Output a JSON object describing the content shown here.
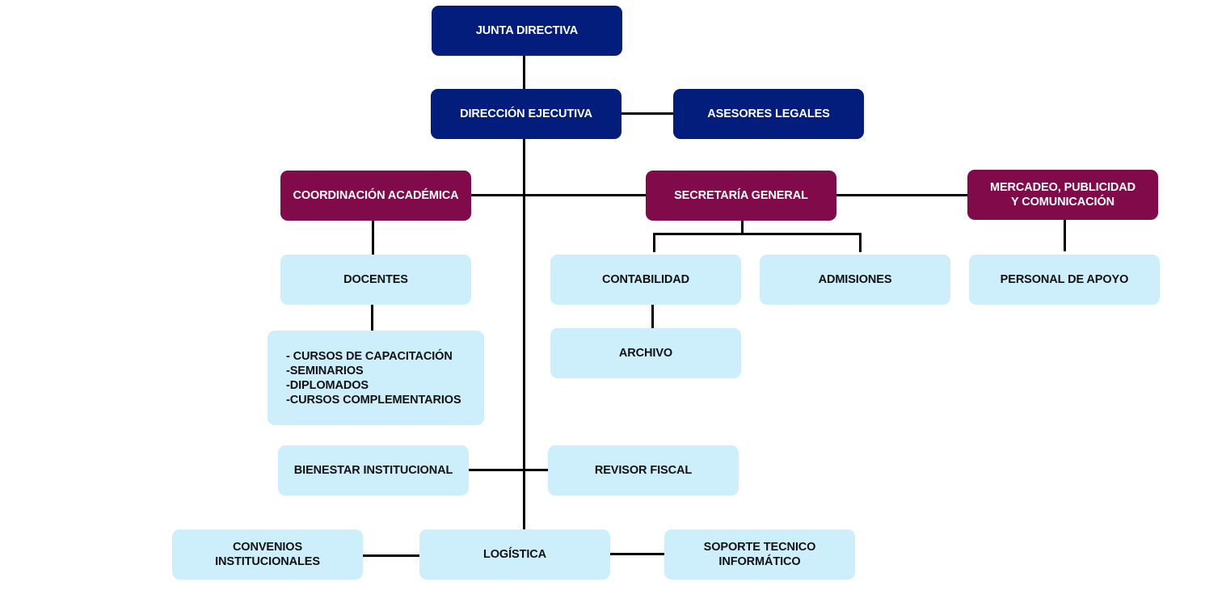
{
  "colors": {
    "level1": "#021d7c",
    "level2": "#800a4a",
    "level3": "#cdeffc",
    "connector": "#000000"
  },
  "nodes": {
    "junta_directiva": "JUNTA DIRECTIVA",
    "direccion_ejecutiva": "DIRECCIÓN EJECUTIVA",
    "asesores_legales": "ASESORES LEGALES",
    "coordinacion_academica": "COORDINACIÓN ACADÉMICA",
    "secretaria_general": "SECRETARÍA GENERAL",
    "mercadeo": "MERCADEO, PUBLICIDAD\nY COMUNICACIÓN",
    "docentes": "DOCENTES",
    "programas": "- CURSOS DE CAPACITACIÓN\n-SEMINARIOS\n-DIPLOMADOS\n-CURSOS COMPLEMENTARIOS",
    "contabilidad": "CONTABILIDAD",
    "admisiones": "ADMISIONES",
    "personal_apoyo": "PERSONAL DE APOYO",
    "archivo": "ARCHIVO",
    "bienestar": "BIENESTAR INSTITUCIONAL",
    "revisor_fiscal": "REVISOR FISCAL",
    "convenios": "CONVENIOS\nINSTITUCIONALES",
    "logistica": "LOGÍSTICA",
    "soporte": "SOPORTE TECNICO\nINFORMÁTICO"
  }
}
